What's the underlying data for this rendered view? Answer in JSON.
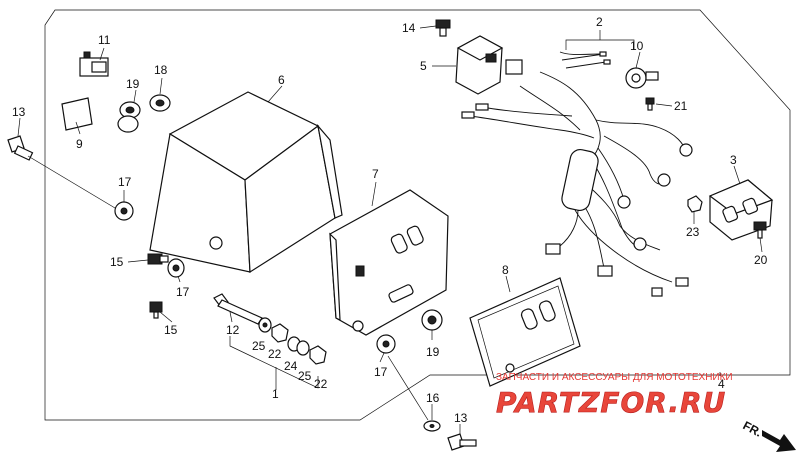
{
  "callouts": {
    "c1": "1",
    "c2": "2",
    "c3": "3",
    "c4": "4",
    "c5": "5",
    "c6": "6",
    "c7": "7",
    "c8": "8",
    "c9": "9",
    "c10": "10",
    "c11": "11",
    "c12": "12",
    "c13a": "13",
    "c13b": "13",
    "c14": "14",
    "c15a": "15",
    "c15b": "15",
    "c16": "16",
    "c17a": "17",
    "c17b": "17",
    "c17c": "17",
    "c18": "18",
    "c19a": "19",
    "c19b": "19",
    "c20": "20",
    "c21": "21",
    "c22a": "22",
    "c22b": "22",
    "c23": "23",
    "c24": "24",
    "c25a": "25",
    "c25b": "25"
  },
  "watermark": {
    "tagline": "ЗАПЧАСТИ И АКСЕССУАРЫ ДЛЯ МОТОТЕХНИКИ",
    "logo": "PARTZFOR.RU"
  },
  "direction": {
    "label": "FR."
  }
}
